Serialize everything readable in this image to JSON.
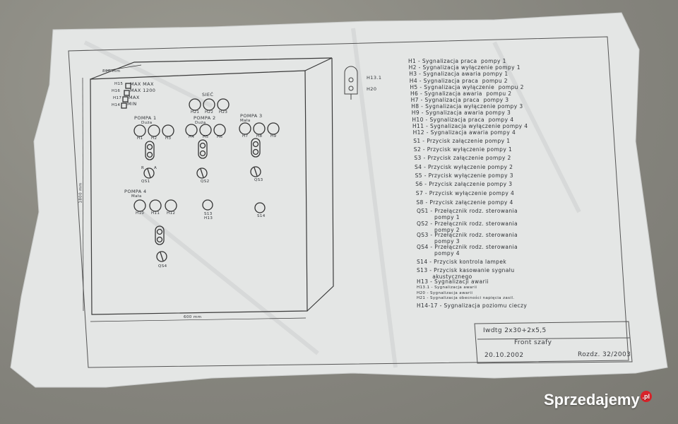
{
  "watermark": {
    "brand": "Sprzedajemy",
    "tld": ".pl"
  },
  "cabinet": {
    "dim_top": "800 mm",
    "dim_side": "1800 mm",
    "dim_bottom": "600 mm",
    "level_lamps": [
      {
        "id": "H15",
        "label": "MAX MAX"
      },
      {
        "id": "H16",
        "label": "MAX 1200"
      },
      {
        "id": "H17",
        "label": "MAX"
      },
      {
        "id": "H14",
        "label": "MIN"
      }
    ],
    "network": {
      "title": "SIEĆ",
      "lamps": [
        "H21",
        "H22",
        "H23"
      ]
    },
    "pumps": [
      {
        "title": "POMPA 1",
        "size": "Duża",
        "lamps": [
          "H1",
          "H2",
          "H3"
        ],
        "switch": "QS1"
      },
      {
        "title": "POMPA 2",
        "size": "Duża",
        "lamps": [
          "H4",
          "H5",
          "H6"
        ],
        "switch": "QS2"
      },
      {
        "title": "POMPA 3",
        "size": "Mała",
        "lamps": [
          "H7",
          "H8",
          "H9"
        ],
        "switch": "QS3"
      },
      {
        "title": "POMPA 4",
        "size": "Mała",
        "lamps": [
          "H10",
          "H11",
          "H12"
        ],
        "switch": "QS4"
      }
    ],
    "switch_positions": {
      "r": "R",
      "a": "A"
    },
    "buttons": {
      "s13": "S13",
      "h13": "H13",
      "s14": "S14"
    },
    "alarm_lamp": {
      "a": "H13.1",
      "b": "H20"
    }
  },
  "legend": [
    "H1 - Sygnalizacja praca  pompy 1",
    "H2 - Sygnalizacja wyłączenie pompy 1",
    "H3 - Sygnalizacja awaria pompy 1",
    "H4 - Sygnalizacja praca  pompu 2",
    "H5 - Sygnalizacja wyłączenie  pompu 2",
    "H6 - Sygnalizacja awaria  pompu 2",
    "H7 - Sygnalizacja praca  pompy 3",
    "H8 - Sygnalizacja wyłączenie pompy 3",
    "H9 - Sygnalizacja awaria pompy 3",
    "H10 - Sygnalizacja praca  pompy 4",
    "H11 - Sygnalizacja wyłączenie pompy 4",
    "H12 - Sygnalizacja awaria pompy 4",
    "S1 - Przycisk załączenie pompy 1",
    "S2 - Przycisk wyłączenie pompy 1",
    "S3 - Przycisk załączenie pompy 2",
    "S4 - Przycisk wyłączenie pompy 2",
    "S5 - Przycisk wyłączenie pompy 3",
    "S6 - Przycisk załączenie pompy 3",
    "S7 - Przycisk wyłączenie pompy 4",
    "S8 - Przycisk załączenie pompy 4",
    "QS1 - Przełącznik rodz. sterowania\n         pompy 1",
    "QS2 - Przełącznik rodz. sterowania\n         pompy 2",
    "QS3 - Przełącznik rodz. sterowania\n         pompy 3",
    "QS4 - Przełącznik rodz. sterowania\n         pompy 4",
    "S14 - Przycisk kontrola lampek",
    "S13 - Przycisk kasowanie sygnału\n        akustycznego",
    "H13 - Sygnalizacji awarii",
    "H13.1 - Sygnalizacja awarii",
    "H20 - Sygnalizacja awarii",
    "H21 - Sygnalizacja obecności napięcia zasil.",
    "H14-17 - Sygnalizacja poziomu cieczy"
  ],
  "title_block": {
    "cable": "Iwdtg 2x30+2x5,5",
    "title": "Front szafy",
    "date": "20.10.2002",
    "ref": "Rozdz. 32/2003"
  }
}
